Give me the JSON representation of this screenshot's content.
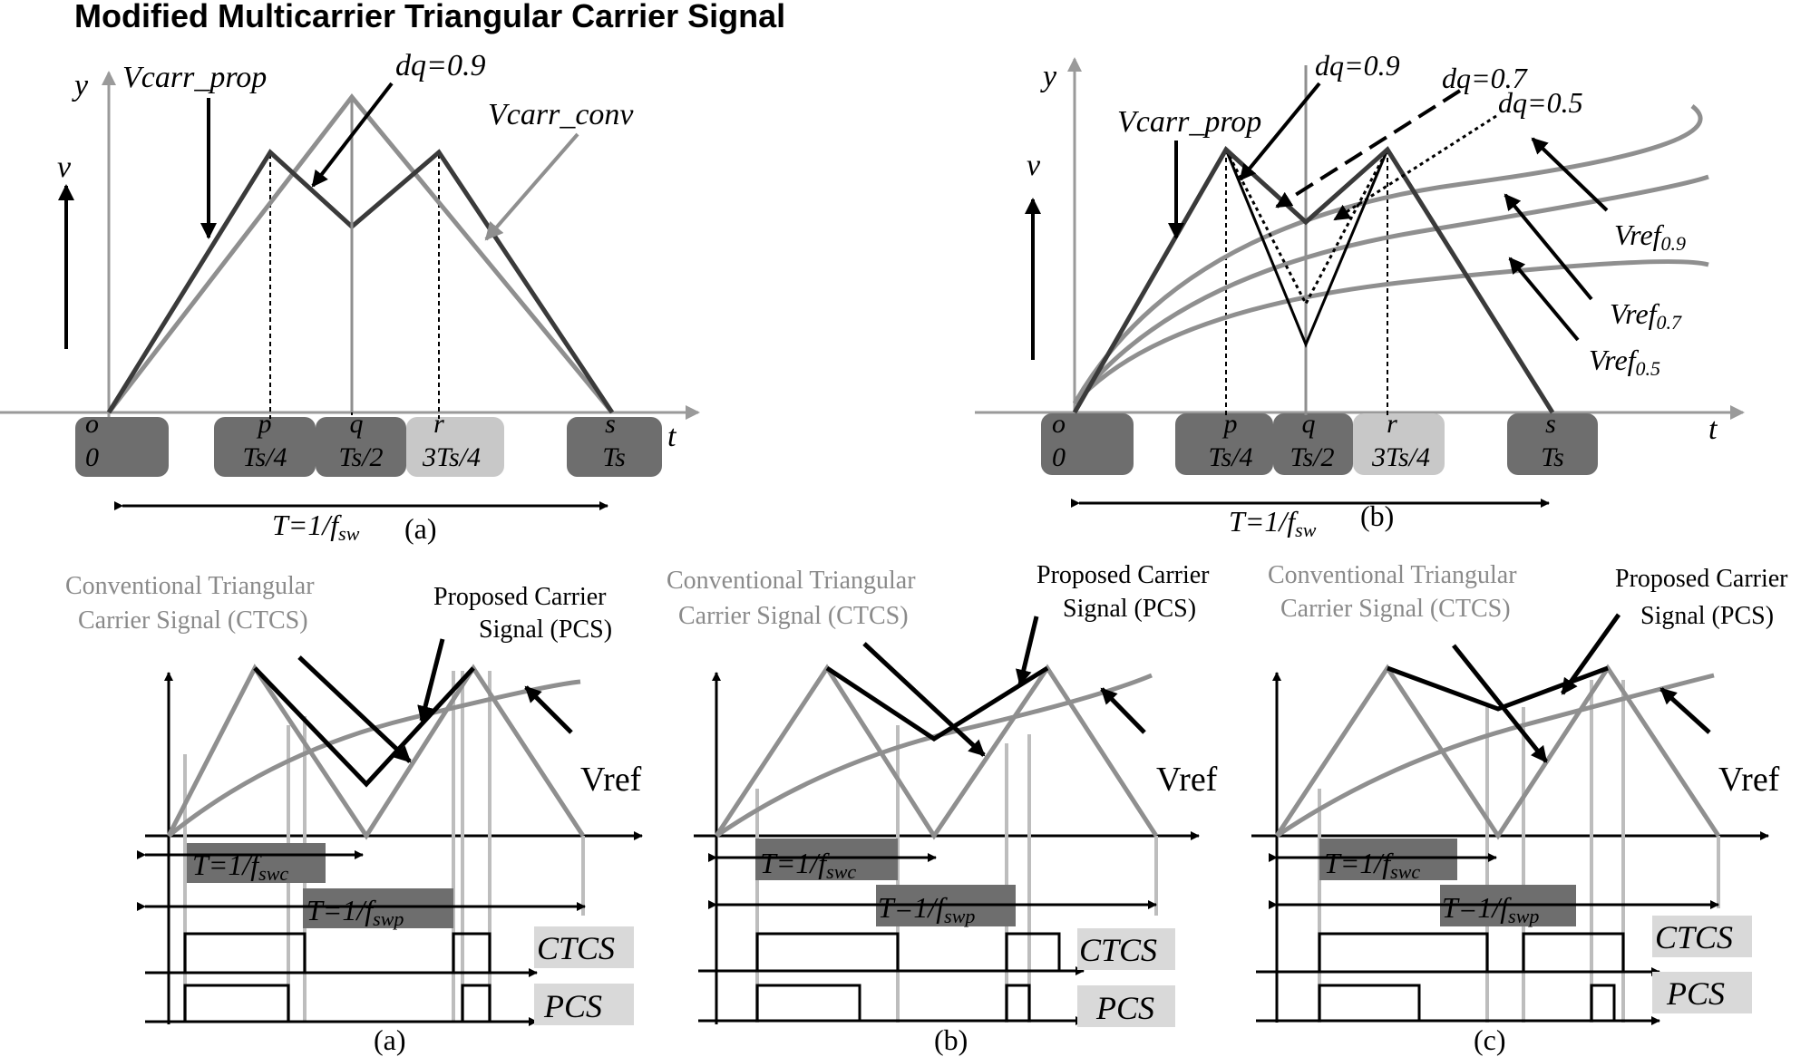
{
  "title": "Modified Multicarrier Triangular Carrier Signal",
  "colors": {
    "dark": "#3a3a3a",
    "grey": "#8f8f8f",
    "light_grey": "#bdbdbd",
    "box_dark": "#6e6e6e",
    "box_light": "#c8c8c8",
    "tag_bg": "#d9d9d9"
  },
  "panel_a": {
    "y_label": "y",
    "v_label": "v",
    "t_label": "t",
    "prop_label": "Vcarr_prop",
    "conv_label": "Vcarr_conv",
    "dq_label": "dq=0.9",
    "ticks": [
      {
        "top": "o",
        "bottom": "0"
      },
      {
        "top": "p",
        "bottom": "Ts/4"
      },
      {
        "top": "q",
        "bottom": "Ts/2"
      },
      {
        "top": "r",
        "bottom": "3Ts/4"
      },
      {
        "top": "s",
        "bottom": "Ts"
      }
    ],
    "period": "T=1/f",
    "period_sub": "sw",
    "caption": "(a)"
  },
  "panel_b": {
    "y_label": "y",
    "v_label": "v",
    "t_label": "t",
    "prop_label": "Vcarr_prop",
    "dq_labels": [
      "dq=0.9",
      "dq=0.7",
      "dq=0.5"
    ],
    "vref_main": "Vref",
    "vref_subs": [
      "0.9",
      "0.7",
      "0.5"
    ],
    "ticks": [
      {
        "top": "o",
        "bottom": "0"
      },
      {
        "top": "p",
        "bottom": "Ts/4"
      },
      {
        "top": "q",
        "bottom": "Ts/2"
      },
      {
        "top": "r",
        "bottom": "3Ts/4"
      },
      {
        "top": "s",
        "bottom": "Ts"
      }
    ],
    "period": "T=1/f",
    "period_sub": "sw",
    "caption": "(b)"
  },
  "bottom": {
    "ctcs_label_1": "Conventional Triangular",
    "ctcs_label_2": "Carrier Signal (CTCS)",
    "pcs_label_1": "Proposed Carrier",
    "pcs_label_2": "Signal (PCS)",
    "vref": "Vref",
    "t_conv": "T=1/f",
    "t_conv_sub": "swc",
    "t_prop": "T=1/f",
    "t_prop_sub": "swp",
    "ctcs_tag": "CTCS",
    "pcs_tag": "PCS",
    "captions": [
      "(a)",
      "(b)",
      "(c)"
    ]
  }
}
